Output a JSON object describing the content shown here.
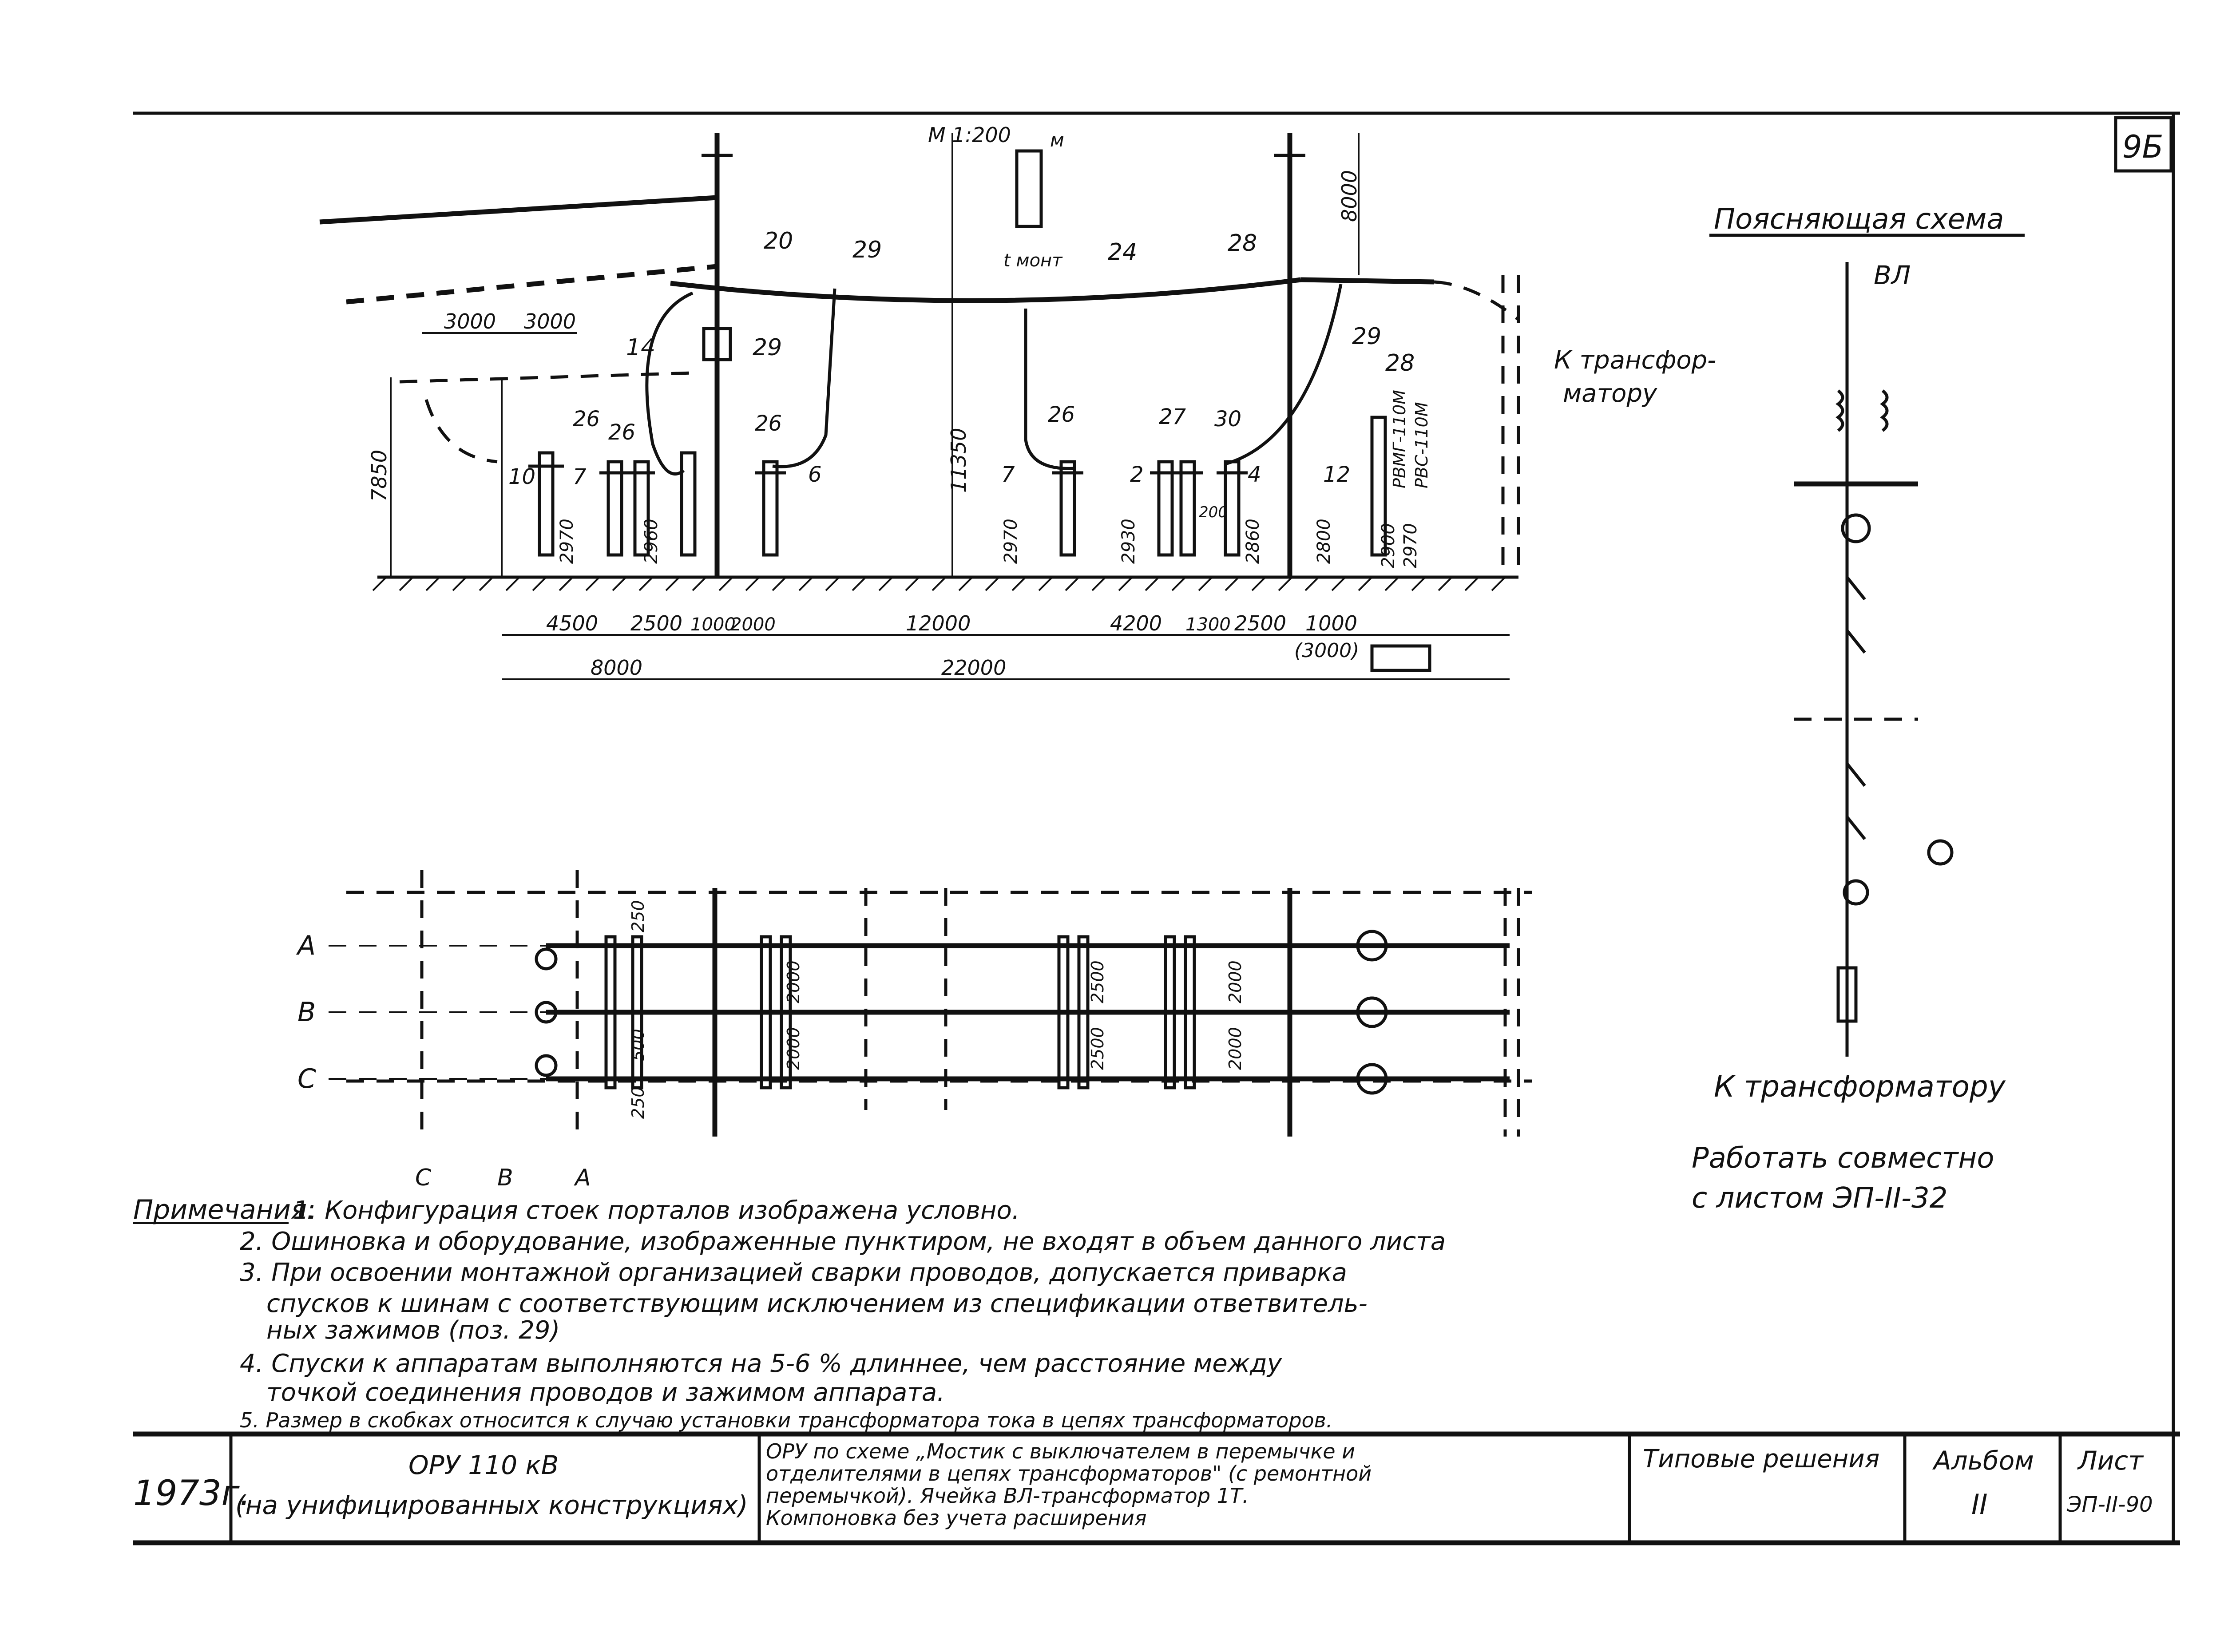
{
  "sheet": {
    "page_number": "9Б",
    "scale": "М 1:200",
    "scale_unit": "м",
    "tmont": "t монт"
  },
  "section": {
    "callouts": [
      "20",
      "29",
      "14",
      "29",
      "24",
      "28",
      "29",
      "28",
      "26",
      "26",
      "26",
      "26",
      "27",
      "30",
      "10",
      "7",
      "6",
      "7",
      "2",
      "4",
      "12"
    ],
    "to_transformer": "К трансфор-",
    "to_transformer_2": "матору",
    "arrester_1": "РВМГ-110М",
    "arrester_2": "РВС-110М",
    "heights": [
      "7850",
      "11350",
      "8000",
      "2970",
      "2960",
      "2970",
      "2930",
      "200",
      "2860",
      "2800",
      "2900",
      "2970"
    ],
    "top_dims": [
      "3000",
      "3000"
    ],
    "bottom_dims_1": [
      "4500",
      "2500",
      "1000",
      "2000",
      "12000",
      "4200",
      "1300",
      "2500",
      "1000"
    ],
    "bracket_dim": "(3000)",
    "bottom_dims_2": [
      "8000",
      "22000"
    ]
  },
  "plan": {
    "phases": [
      "А",
      "В",
      "С"
    ],
    "phases_bottom": [
      "С",
      "В",
      "А"
    ],
    "dims": [
      "250",
      "500",
      "250",
      "2000",
      "2000",
      "2500",
      "2500",
      "2000",
      "2000"
    ]
  },
  "scheme": {
    "title": "Поясняющая схема",
    "vl": "ВЛ",
    "to_transformer": "К трансформатору",
    "note_1": "Работать совместно",
    "note_2": "с листом ЭП-II-32"
  },
  "notes": {
    "label": "Примечания:",
    "items": [
      "1. Конфигурация стоек порталов изображена условно.",
      "2. Ошиновка и оборудование, изображенные пунктиром, не входят в объем данного листа",
      "3. При освоении монтажной организацией сварки проводов, допускается приварка",
      "спусков к шинам с соответствующим исключением из спецификации ответвитель-",
      "ных зажимов (поз. 29)",
      "4. Спуски к аппаратам выполняются на 5-6 % длиннее, чем расстояние между",
      "точкой соединения проводов и зажимом аппарата.",
      "5. Размер в скобках относится к случаю установки трансформатора тока в цепях трансформаторов."
    ]
  },
  "title_block": {
    "year": "1973г.",
    "name_1": "ОРУ 110 кВ",
    "name_2": "(на унифицированных конструкциях)",
    "desc_1": "ОРУ по схеме „Мостик с выключателем в перемычке и",
    "desc_2": "отделителями в цепях трансформаторов\" (с ремонтной",
    "desc_3": "перемычкой). Ячейка ВЛ-трансформатор 1Т.",
    "desc_4": "Компоновка без учета расширения",
    "typical": "Типовые решения",
    "album_label": "Альбом",
    "album_value": "II",
    "sheet_label": "Лист",
    "sheet_value": "ЭП-II-90"
  }
}
